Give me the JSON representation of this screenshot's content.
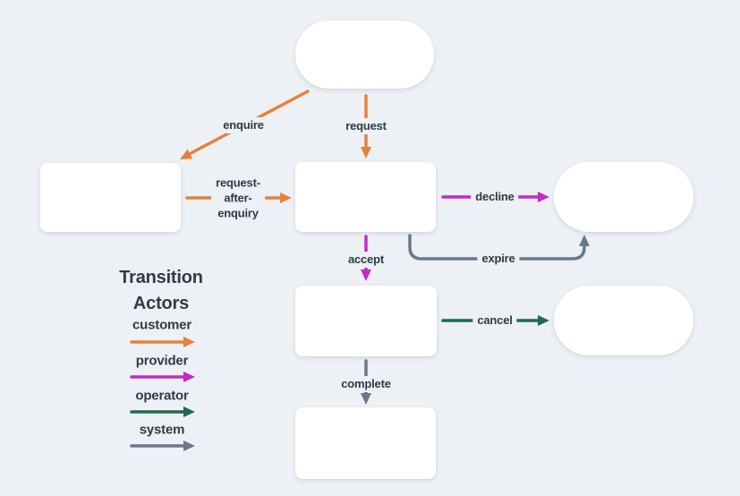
{
  "canvas": {
    "background": "#EDF0F4"
  },
  "colors": {
    "background": "#EDF0F4",
    "node_fill": "#FFFFFF",
    "label_text": "#2E3B4A",
    "customer": "#E5813C",
    "provider": "#C12CC4",
    "operator": "#1E6B52",
    "system": "#68798B"
  },
  "legend": {
    "title_lines": [
      "Transition",
      "Actors"
    ],
    "items": [
      {
        "label": "customer",
        "color": "#E5813C"
      },
      {
        "label": "provider",
        "color": "#C12CC4"
      },
      {
        "label": "operator",
        "color": "#1E6B52"
      },
      {
        "label": "system",
        "color": "#68798B"
      }
    ]
  },
  "edges": {
    "enquire": {
      "label": "enquire",
      "actor": "customer"
    },
    "request": {
      "label": "request",
      "actor": "customer"
    },
    "request_after_enquiry": {
      "label_lines": [
        "request-",
        "after-",
        "enquiry"
      ],
      "actor": "customer"
    },
    "decline": {
      "label": "decline",
      "actor": "provider"
    },
    "accept": {
      "label": "accept",
      "actor": "provider"
    },
    "expire": {
      "label": "expire",
      "actor": "system"
    },
    "cancel": {
      "label": "cancel",
      "actor": "operator"
    },
    "complete": {
      "label": "complete",
      "actor": "system"
    }
  }
}
